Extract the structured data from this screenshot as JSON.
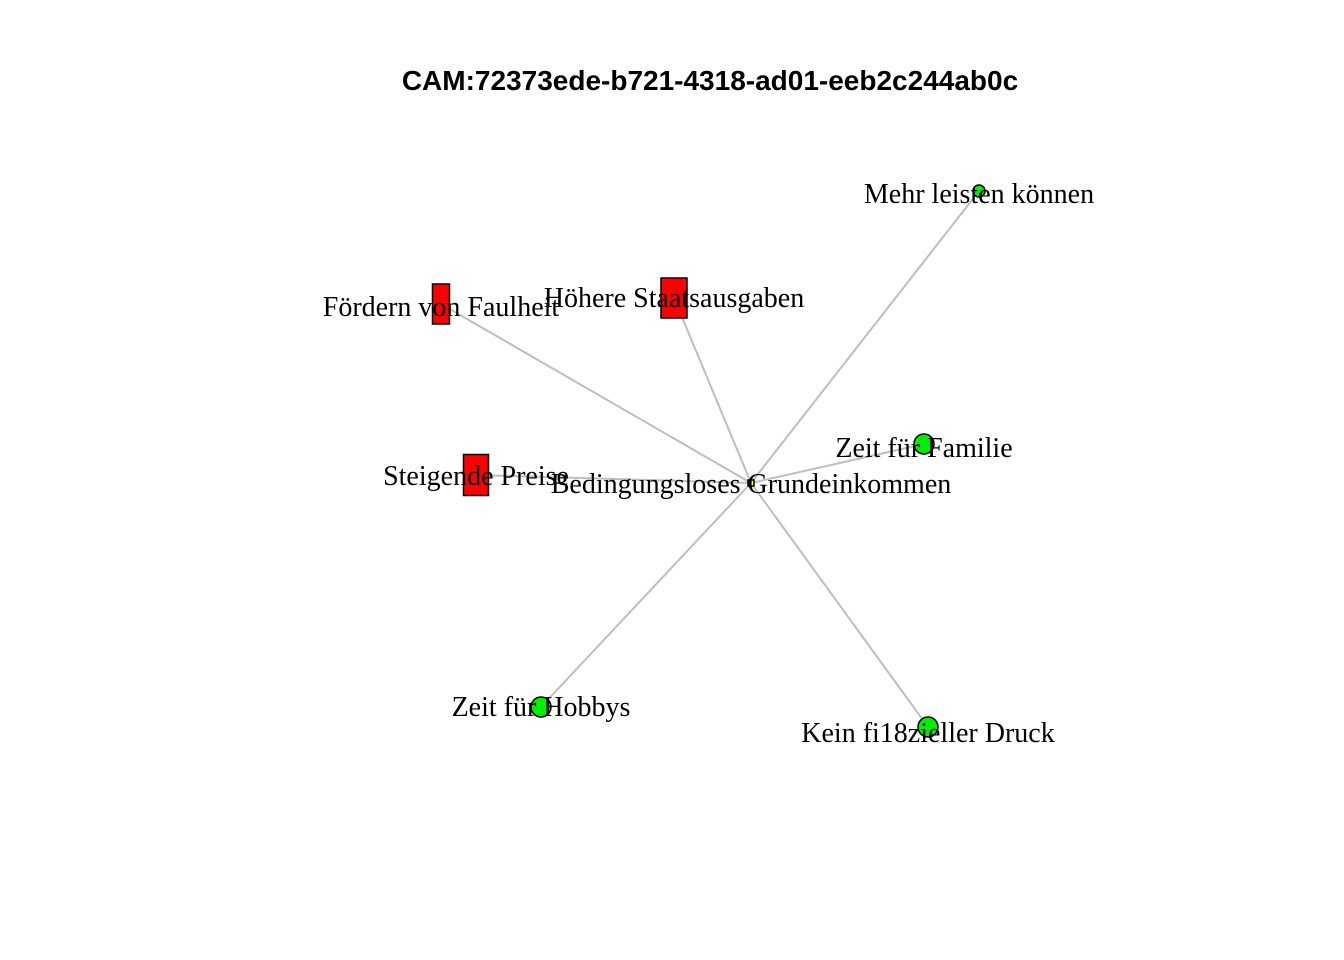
{
  "title": "CAM:72373ede-b721-4318-ad01-eeb2c244ab0c",
  "colors": {
    "negative": "#ff0000",
    "positive": "#00ee00",
    "neutral": "#ffff00",
    "edge": "#bebebe"
  },
  "nodes": [
    {
      "id": "center",
      "label": "Bedingungsloses Grundeinkommen",
      "shape": "square",
      "valence": "neutral"
    },
    {
      "id": "mehr",
      "label": "Mehr leisten können",
      "shape": "circle",
      "valence": "positive"
    },
    {
      "id": "hoehere",
      "label": "Höhere Staatsausgaben",
      "shape": "rect",
      "valence": "negative"
    },
    {
      "id": "foerdern",
      "label": "Fördern von Faulheit",
      "shape": "rect",
      "valence": "negative"
    },
    {
      "id": "familie",
      "label": "Zeit für Familie",
      "shape": "circle",
      "valence": "positive"
    },
    {
      "id": "preise",
      "label": "Steigende Preise",
      "shape": "rect",
      "valence": "negative"
    },
    {
      "id": "hobbys",
      "label": "Zeit für Hobbys",
      "shape": "circle",
      "valence": "positive"
    },
    {
      "id": "druck",
      "label": "Kein fi18zieller Druck",
      "shape": "circle",
      "valence": "positive"
    }
  ],
  "edges": [
    {
      "from": "center",
      "to": "mehr"
    },
    {
      "from": "center",
      "to": "hoehere"
    },
    {
      "from": "center",
      "to": "foerdern"
    },
    {
      "from": "center",
      "to": "familie"
    },
    {
      "from": "center",
      "to": "preise"
    },
    {
      "from": "center",
      "to": "hobbys"
    },
    {
      "from": "center",
      "to": "druck"
    }
  ]
}
